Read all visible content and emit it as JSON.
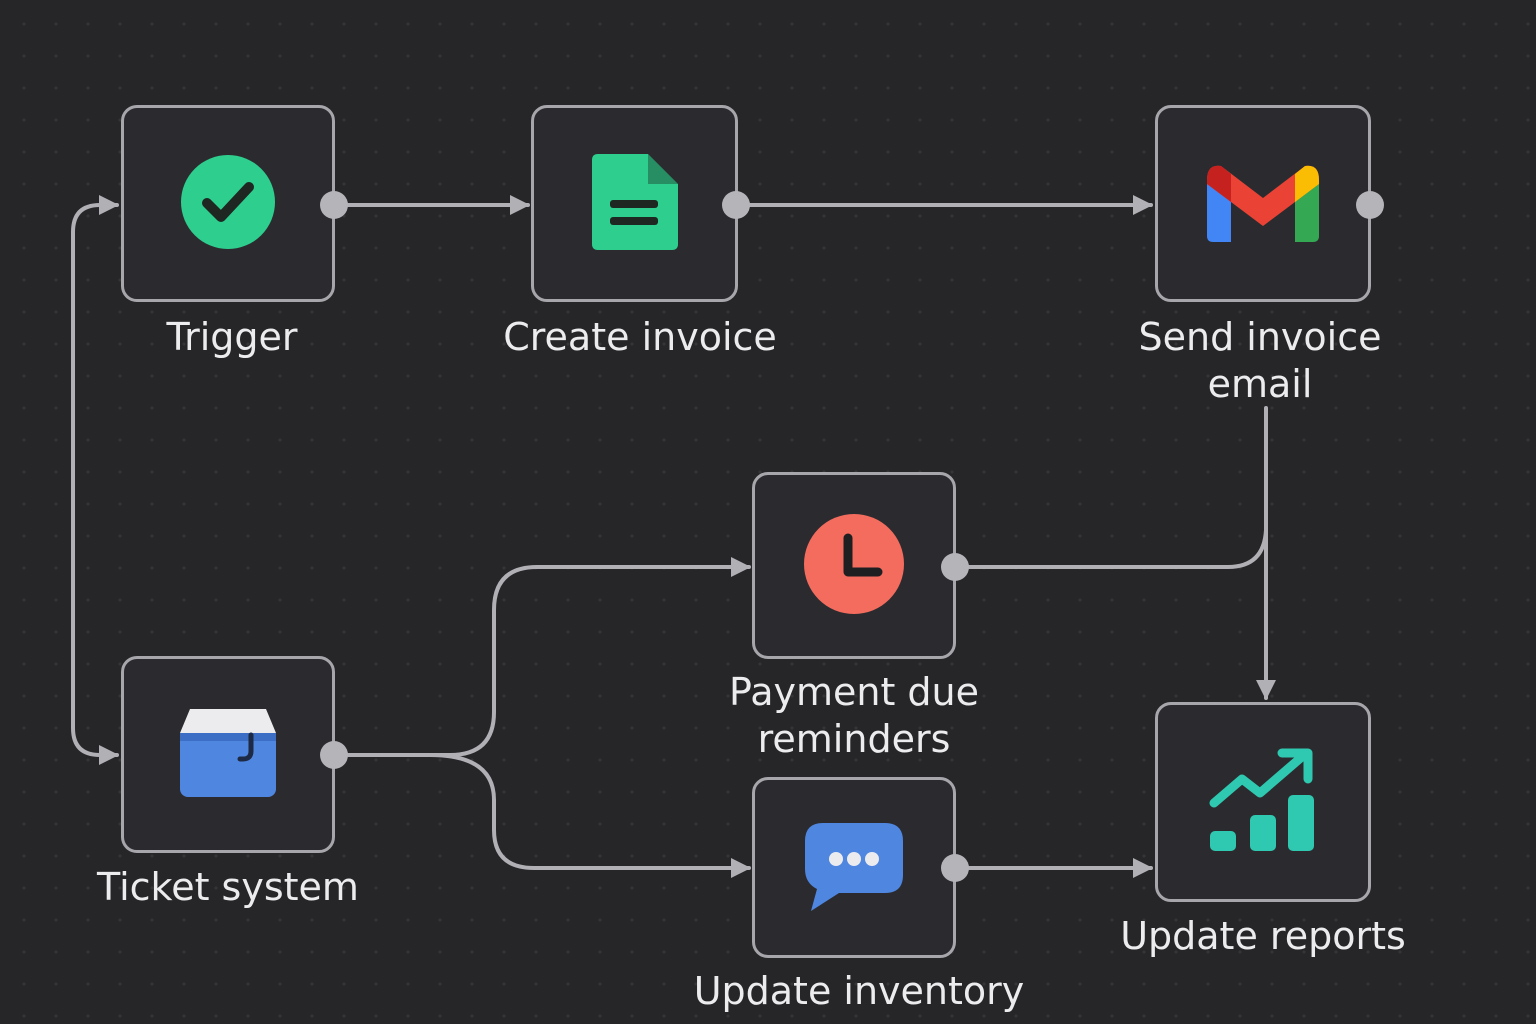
{
  "nodes": [
    {
      "id": "trigger",
      "label": "Trigger",
      "icon": "check-circle-icon",
      "color": "#2ecf8e"
    },
    {
      "id": "create-invoice",
      "label": "Create invoice",
      "icon": "document-icon",
      "color": "#2ecf8e"
    },
    {
      "id": "send-invoice-email",
      "label_lines": [
        "Send invoice",
        "email"
      ],
      "icon": "gmail-icon",
      "colors": {
        "red": "#ea4335",
        "blue": "#4285f4",
        "yellow": "#fbbc04",
        "green": "#34a853"
      }
    },
    {
      "id": "ticket-system",
      "label": "Ticket system",
      "icon": "inbox-icon",
      "color": "#4f86e0"
    },
    {
      "id": "payment-due-reminders",
      "label_lines": [
        "Payment due",
        "reminders"
      ],
      "icon": "clock-icon",
      "color": "#f36c5e"
    },
    {
      "id": "update-inventory",
      "label": "Update inventory",
      "icon": "chat-bubble-icon",
      "color": "#4f86e0"
    },
    {
      "id": "update-reports",
      "label": "Update reports",
      "icon": "chart-trend-icon",
      "color": "#2ec9b0"
    }
  ],
  "connections": [
    {
      "from": "trigger",
      "to": "create-invoice"
    },
    {
      "from": "create-invoice",
      "to": "send-invoice-email"
    },
    {
      "from": "send-invoice-email",
      "to": "update-reports"
    },
    {
      "from": "payment-due-reminders",
      "to": "update-reports"
    },
    {
      "from": "ticket-system",
      "to": "payment-due-reminders"
    },
    {
      "from": "ticket-system",
      "to": "update-inventory"
    },
    {
      "from": "update-inventory",
      "to": "update-reports"
    },
    {
      "from": "trigger",
      "to": "ticket-system",
      "bidirectional": true
    }
  ],
  "style": {
    "wire_color": "#b0b0b5",
    "node_border": "#a6a6ab",
    "background": "#262629"
  }
}
